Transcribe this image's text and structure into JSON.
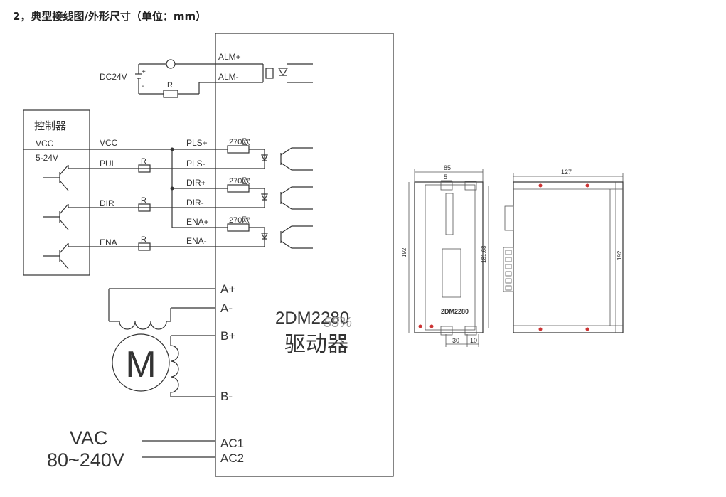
{
  "heading": "2，典型接线图/外形尺寸（单位：mm）",
  "wiring": {
    "dc_source": "DC24V",
    "dc_plus": "+",
    "dc_minus": "-",
    "resistor": "R",
    "alarm_terminals": [
      "ALM+",
      "ALM-"
    ],
    "controller": {
      "title": "控制器",
      "vcc": "VCC",
      "voltage": "5-24V",
      "signals": [
        "VCC",
        "PUL",
        "DIR",
        "ENA"
      ]
    },
    "resistor_270": "270欧",
    "signal_terminals": [
      "PLS+",
      "PLS-",
      "DIR+",
      "DIR-",
      "ENA+",
      "ENA-"
    ],
    "motor_terminals": [
      "A+",
      "A-",
      "B+",
      "B-"
    ],
    "motor_symbol": "M",
    "ac_terminals": [
      "AC1",
      "AC2"
    ],
    "supply_label": "VAC",
    "supply_range": "80~240V",
    "driver_model": "2DM2280",
    "driver_name": "驱动器",
    "watermark": "55%"
  },
  "dimensions": {
    "front": {
      "width": "85",
      "offset": "5",
      "height_outer": "192",
      "height_inner": "181.68",
      "model_label": "2DM2280",
      "bottom_a": "30",
      "bottom_b": "10"
    },
    "side": {
      "width": "127",
      "height": "192"
    }
  }
}
